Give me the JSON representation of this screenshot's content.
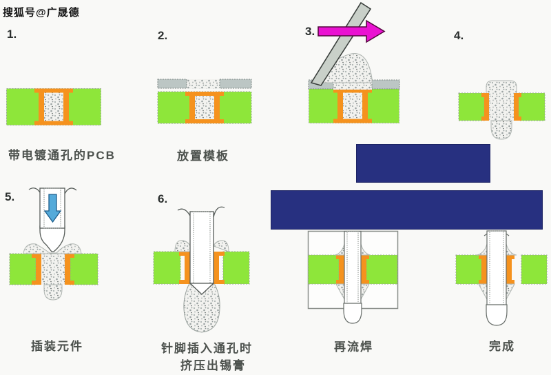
{
  "watermark": "搜狐号@广晟德",
  "steps": [
    {
      "label": "1.",
      "caption": "带电镀通孔的PCB"
    },
    {
      "label": "2.",
      "caption": "放置模板"
    },
    {
      "label": "3.",
      "caption": ""
    },
    {
      "label": "4.",
      "caption": ""
    },
    {
      "label": "5.",
      "caption": "插装元件"
    },
    {
      "label": "6.",
      "caption": "针脚插入通孔时",
      "caption2": "挤压出锡膏"
    },
    {
      "caption": "再流焊"
    },
    {
      "caption": "完成"
    }
  ],
  "colors": {
    "background": "#f9f9f7",
    "pcb_green": "#8ee63a",
    "pad_orange": "#f5921e",
    "stencil_gray": "#bcc6c4",
    "squeegee_gray": "#c9d0c9",
    "arrow_magenta": "#ea12d2",
    "arrow_blue": "#54aada",
    "redaction_navy": "#273080",
    "paste_speckle": "#9aa2a2"
  },
  "icons": {
    "squeegee": "squeegee-blade-icon",
    "magenta_arrow": "squeegee-direction-arrow-icon",
    "blue_arrow": "component-insertion-arrow-icon"
  }
}
